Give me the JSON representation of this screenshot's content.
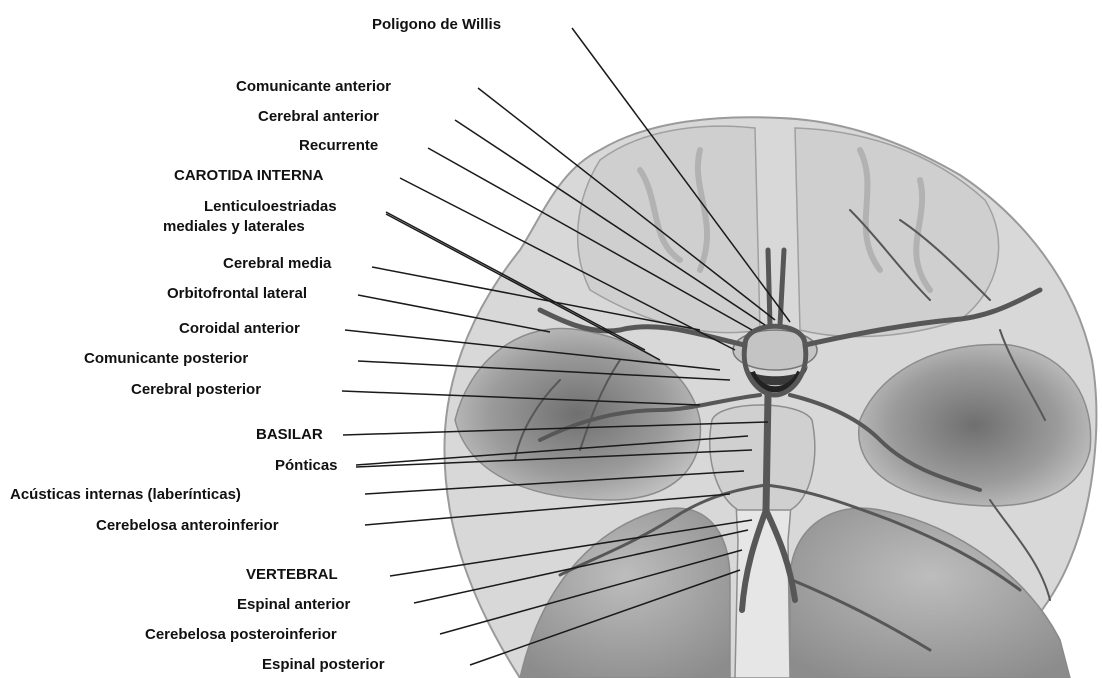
{
  "labels": {
    "poligono_willis": "Poligono de Willis",
    "comunicante_anterior": "Comunicante anterior",
    "cerebral_anterior": "Cerebral anterior",
    "recurrente": "Recurrente",
    "carotida_interna": "CAROTIDA INTERNA",
    "lenticuloestriadas_1": "Lenticuloestriadas",
    "lenticuloestriadas_2": "mediales y laterales",
    "cerebral_media": "Cerebral media",
    "orbitofrontal_lateral": "Orbitofrontal lateral",
    "coroidal_anterior": "Coroidal anterior",
    "comunicante_posterior": "Comunicante posterior",
    "cerebral_posterior": "Cerebral posterior",
    "basilar": "BASILAR",
    "ponticas": "Pónticas",
    "acusticas": "Acústicas internas (laberínticas)",
    "cerebelosa_anteroinferior": "Cerebelosa anteroinferior",
    "vertebral": "VERTEBRAL",
    "espinal_anterior": "Espinal anterior",
    "cerebelosa_posteroinferior": "Cerebelosa posteroinferior",
    "espinal_posterior": "Espinal posterior"
  },
  "colors": {
    "brain_light": "#d6d6d6",
    "brain_mid": "#a9a9a9",
    "brain_dark": "#6e6e6e",
    "artery": "#5a5a5a",
    "leader_line": "#1a1a1a"
  }
}
